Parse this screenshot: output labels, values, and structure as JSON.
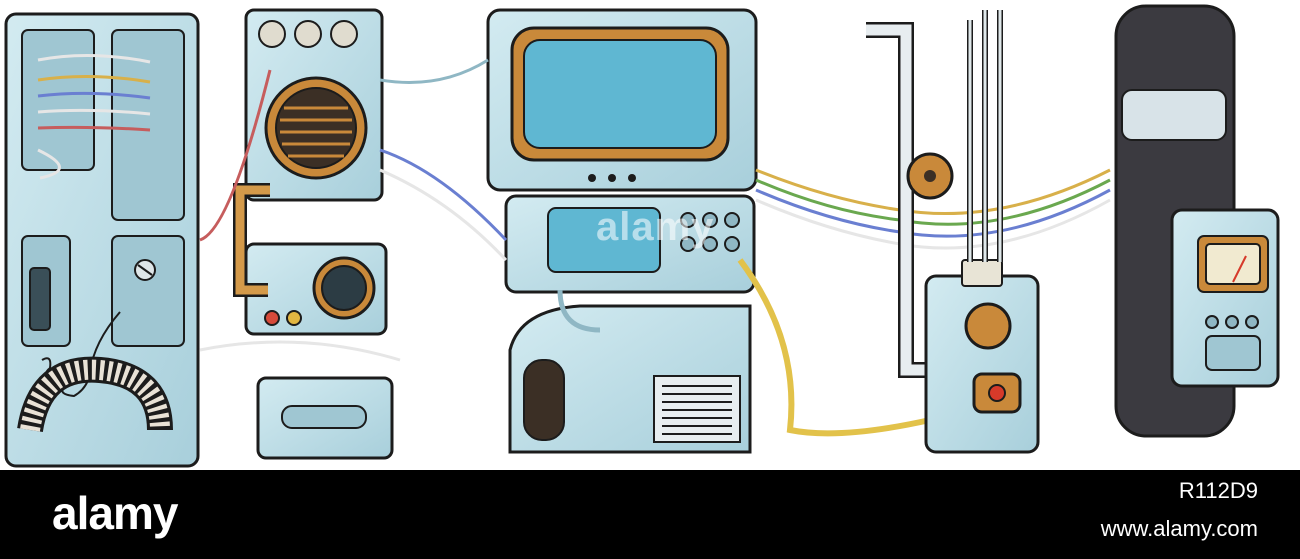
{
  "footer": {
    "logo": "alamy",
    "image_id": "R112D9",
    "site": "www.alamy.com"
  },
  "watermark": "alamy",
  "colors": {
    "panel": "#bcdde6",
    "panel_dark": "#8fb7c4",
    "screen": "#5fb7d2",
    "outline": "#1c1c1c",
    "copper": "#c9893a",
    "footer_bg": "#000000"
  }
}
